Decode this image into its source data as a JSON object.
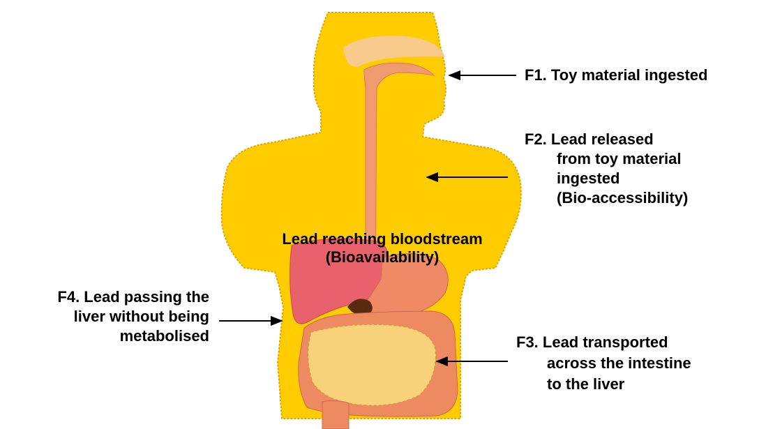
{
  "labels": {
    "f1": "F1. Toy material ingested",
    "f2": [
      "F2. Lead released",
      "from toy material",
      "ingested",
      "(Bio-accessibility)"
    ],
    "center": [
      "Lead reaching bloodstream",
      "(Bioavailability)"
    ],
    "f3": [
      "F3. Lead transported",
      "across the intestine",
      "to the liver"
    ],
    "f4": [
      "F4. Lead passing the",
      "liver without being",
      "metabolised"
    ]
  },
  "colors": {
    "body": "#FFCC00",
    "body_edge": "#D9A800",
    "esophagus": "#F09A70",
    "oral_cavity": "#F7C98A",
    "liver": "#E8616B",
    "stomach": "#F08A66",
    "small_intestine": "#F7D27A",
    "large_intestine": "#EE8A60",
    "gallbladder": "#5A2A10",
    "arrow": "#000000"
  }
}
